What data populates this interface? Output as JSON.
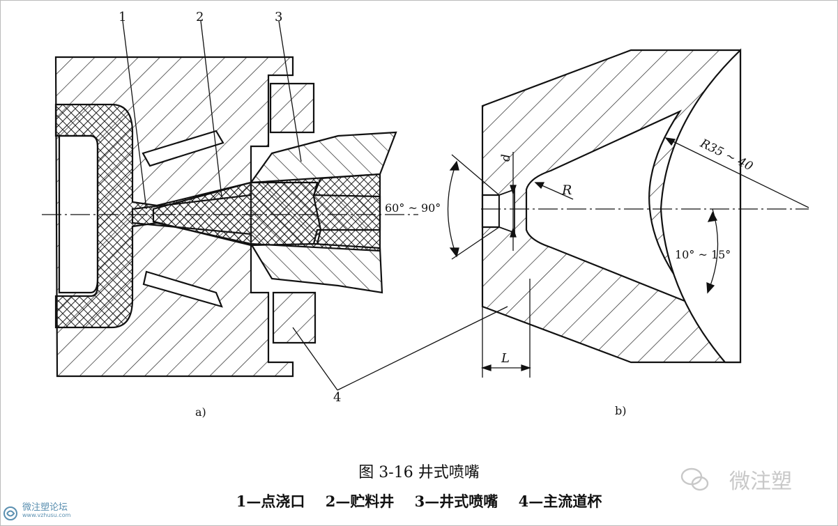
{
  "figure_a": {
    "label": "a)",
    "callouts": [
      "1",
      "2",
      "3",
      "4"
    ]
  },
  "figure_b": {
    "label": "b)",
    "dimensions": {
      "radius_big": "R35 ~ 40",
      "radius_small": "R",
      "diameter": "d",
      "angle_cone": "60° ~ 90°",
      "angle_taper": "10° ~ 15°",
      "length": "L"
    }
  },
  "caption": {
    "title": "图 3-16  井式喷嘴",
    "legend": [
      "1—点浇口",
      "2—贮料井",
      "3—井式喷嘴",
      "4—主流道杯"
    ]
  },
  "watermarks": {
    "right": "微注塑",
    "left_title": "微注塑论坛",
    "left_url": "www.vzhusu.com"
  }
}
